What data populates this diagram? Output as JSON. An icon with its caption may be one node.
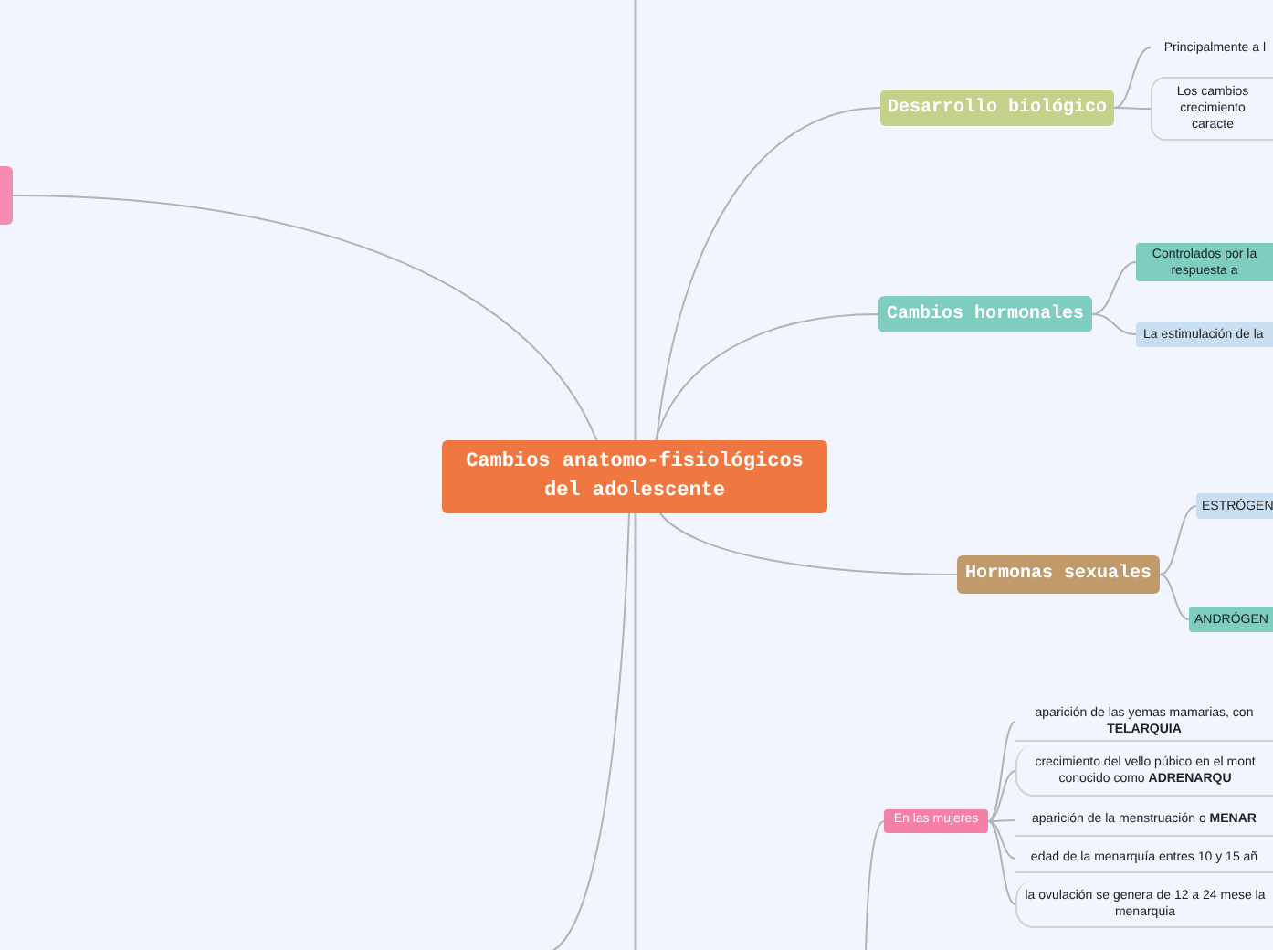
{
  "diagram": {
    "nodes": [
      {
        "text": [
          "Cambios anatomo-fisiológicos del adolescente"
        ]
      },
      {
        "text": [
          "Desarrollo biológico"
        ]
      },
      {
        "text": [
          "Principalmente a l"
        ]
      },
      {
        "text": [
          "Los cambios crecimiento caracte"
        ]
      },
      {
        "text": [
          "Cambios hormonales"
        ]
      },
      {
        "text": [
          "Controlados por la respuesta a"
        ]
      },
      {
        "text": [
          "La estimulación de la"
        ]
      },
      {
        "text": [
          "Hormonas sexuales"
        ]
      },
      {
        "text": [
          "ESTRÓGEN"
        ]
      },
      {
        "text": [
          "ANDRÓGEN"
        ]
      },
      {
        "text": [],
        "shape": "box"
      },
      {
        "text": [
          "En las mujeres"
        ]
      },
      {
        "text": [
          "aparición de las yemas  mamarias, con **TELARQUIA**"
        ]
      },
      {
        "text": [
          "crecimiento del vello púbico en el mont conocido como **ADRENARQU**"
        ]
      },
      {
        "text": [
          "aparición de la menstruación o **MENAR**"
        ]
      },
      {
        "text": [
          "edad de la menarquía entres 10 y 15 añ"
        ]
      },
      {
        "text": [
          "la ovulación se genera de 12 a 24 mese la menarquia"
        ]
      }
    ],
    "edges": [
      {
        "from": 0,
        "to": 1,
        "arrow": "none"
      },
      {
        "from": 1,
        "to": 2,
        "arrow": "none"
      },
      {
        "from": 1,
        "to": 3,
        "arrow": "none"
      },
      {
        "from": 0,
        "to": 4,
        "arrow": "none"
      },
      {
        "from": 4,
        "to": 5,
        "arrow": "none"
      },
      {
        "from": 4,
        "to": 6,
        "arrow": "none"
      },
      {
        "from": 0,
        "to": 7,
        "arrow": "none"
      },
      {
        "from": 7,
        "to": 8,
        "arrow": "none"
      },
      {
        "from": 7,
        "to": 9,
        "arrow": "none"
      },
      {
        "from": 0,
        "to": 10,
        "arrow": "none"
      },
      {
        "from": 0,
        "to": null,
        "arrow": "none"
      },
      {
        "from": null,
        "to": 11,
        "arrow": "none"
      },
      {
        "from": 11,
        "to": 12,
        "arrow": "none"
      },
      {
        "from": 11,
        "to": 13,
        "arrow": "none"
      },
      {
        "from": 11,
        "to": 14,
        "arrow": "none"
      },
      {
        "from": 11,
        "to": 15,
        "arrow": "none"
      },
      {
        "from": 11,
        "to": 16,
        "arrow": "none"
      }
    ]
  }
}
